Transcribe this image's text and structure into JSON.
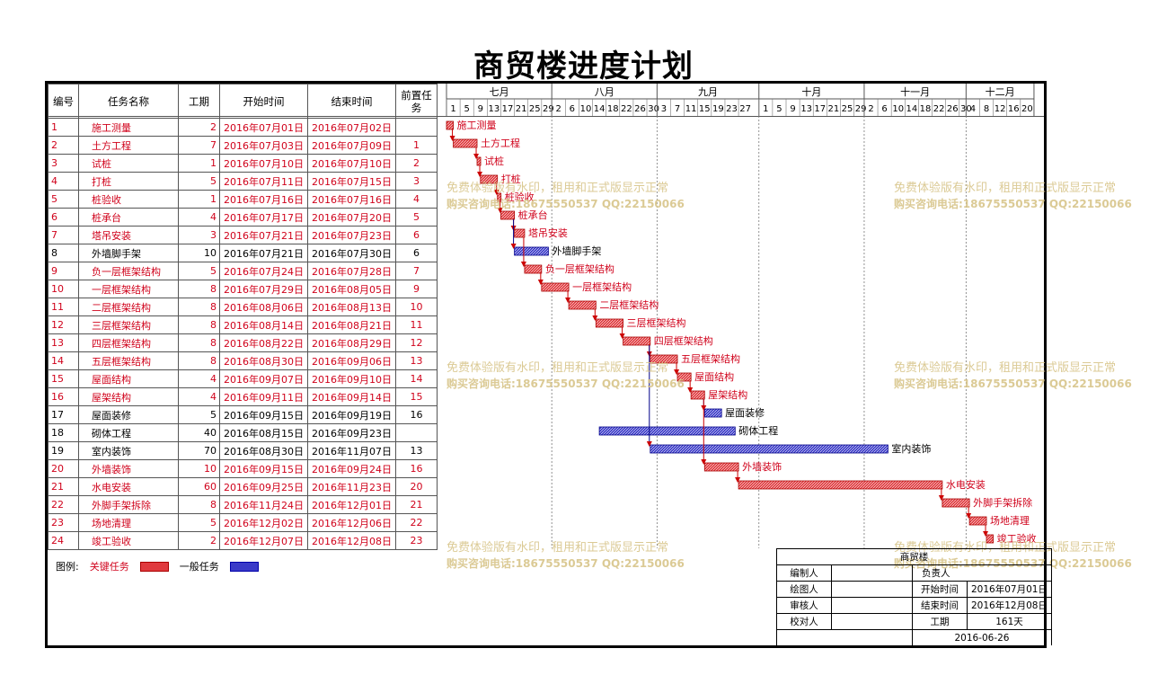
{
  "title": "商贸楼进度计划",
  "headers": {
    "id": "编号",
    "name": "任务名称",
    "duration": "工期",
    "start": "开始时间",
    "end": "结束时间",
    "pred": "前置任务"
  },
  "colors": {
    "critical": "#e03a3e",
    "normal": "#3a3ac8",
    "critical_text": "#d0021b",
    "watermark": "#d8c58a"
  },
  "timeline": {
    "year": 2016,
    "start_date": "2016-07-01",
    "end_date": "2016-12-20",
    "months": [
      {
        "label": "七月",
        "days": [
          "1",
          "5",
          "9",
          "13",
          "17",
          "21",
          "25",
          "29"
        ]
      },
      {
        "label": "八月",
        "days": [
          "2",
          "6",
          "10",
          "14",
          "18",
          "22",
          "26",
          "30"
        ]
      },
      {
        "label": "九月",
        "days": [
          "3",
          "7",
          "11",
          "15",
          "19",
          "23",
          "27"
        ]
      },
      {
        "label": "十月",
        "days": [
          "1",
          "5",
          "9",
          "13",
          "17",
          "21",
          "25",
          "29"
        ]
      },
      {
        "label": "十一月",
        "days": [
          "2",
          "6",
          "10",
          "14",
          "18",
          "22",
          "26",
          "30"
        ]
      },
      {
        "label": "十二月",
        "days": [
          "4",
          "8",
          "12",
          "16",
          "20"
        ]
      }
    ]
  },
  "chart_data": {
    "type": "gantt",
    "title": "商贸楼进度计划",
    "tasks": [
      {
        "id": "1",
        "name": "施工测量",
        "duration": "2",
        "start": "2016年07月01日",
        "end": "2016年07月02日",
        "pred": "",
        "critical": true
      },
      {
        "id": "2",
        "name": "土方工程",
        "duration": "7",
        "start": "2016年07月03日",
        "end": "2016年07月09日",
        "pred": "1",
        "critical": true
      },
      {
        "id": "3",
        "name": "试桩",
        "duration": "1",
        "start": "2016年07月10日",
        "end": "2016年07月10日",
        "pred": "2",
        "critical": true
      },
      {
        "id": "4",
        "name": "打桩",
        "duration": "5",
        "start": "2016年07月11日",
        "end": "2016年07月15日",
        "pred": "3",
        "critical": true
      },
      {
        "id": "5",
        "name": "桩验收",
        "duration": "1",
        "start": "2016年07月16日",
        "end": "2016年07月16日",
        "pred": "4",
        "critical": true
      },
      {
        "id": "6",
        "name": "桩承台",
        "duration": "4",
        "start": "2016年07月17日",
        "end": "2016年07月20日",
        "pred": "5",
        "critical": true
      },
      {
        "id": "7",
        "name": "塔吊安装",
        "duration": "3",
        "start": "2016年07月21日",
        "end": "2016年07月23日",
        "pred": "6",
        "critical": true
      },
      {
        "id": "8",
        "name": "外墙脚手架",
        "duration": "10",
        "start": "2016年07月21日",
        "end": "2016年07月30日",
        "pred": "6",
        "critical": false
      },
      {
        "id": "9",
        "name": "负一层框架结构",
        "duration": "5",
        "start": "2016年07月24日",
        "end": "2016年07月28日",
        "pred": "7",
        "critical": true
      },
      {
        "id": "10",
        "name": "一层框架结构",
        "duration": "8",
        "start": "2016年07月29日",
        "end": "2016年08月05日",
        "pred": "9",
        "critical": true
      },
      {
        "id": "11",
        "name": "二层框架结构",
        "duration": "8",
        "start": "2016年08月06日",
        "end": "2016年08月13日",
        "pred": "10",
        "critical": true
      },
      {
        "id": "12",
        "name": "三层框架结构",
        "duration": "8",
        "start": "2016年08月14日",
        "end": "2016年08月21日",
        "pred": "11",
        "critical": true
      },
      {
        "id": "13",
        "name": "四层框架结构",
        "duration": "8",
        "start": "2016年08月22日",
        "end": "2016年08月29日",
        "pred": "12",
        "critical": true
      },
      {
        "id": "14",
        "name": "五层框架结构",
        "duration": "8",
        "start": "2016年08月30日",
        "end": "2016年09月06日",
        "pred": "13",
        "critical": true
      },
      {
        "id": "15",
        "name": "屋面结构",
        "duration": "4",
        "start": "2016年09月07日",
        "end": "2016年09月10日",
        "pred": "14",
        "critical": true
      },
      {
        "id": "16",
        "name": "屋架结构",
        "duration": "4",
        "start": "2016年09月11日",
        "end": "2016年09月14日",
        "pred": "15",
        "critical": true
      },
      {
        "id": "17",
        "name": "屋面装修",
        "duration": "5",
        "start": "2016年09月15日",
        "end": "2016年09月19日",
        "pred": "16",
        "critical": false
      },
      {
        "id": "18",
        "name": "砌体工程",
        "duration": "40",
        "start": "2016年08月15日",
        "end": "2016年09月23日",
        "pred": "",
        "critical": false
      },
      {
        "id": "19",
        "name": "室内装饰",
        "duration": "70",
        "start": "2016年08月30日",
        "end": "2016年11月07日",
        "pred": "13",
        "critical": false
      },
      {
        "id": "20",
        "name": "外墙装饰",
        "duration": "10",
        "start": "2016年09月15日",
        "end": "2016年09月24日",
        "pred": "16",
        "critical": true
      },
      {
        "id": "21",
        "name": "水电安装",
        "duration": "60",
        "start": "2016年09月25日",
        "end": "2016年11月23日",
        "pred": "20",
        "critical": true
      },
      {
        "id": "22",
        "name": "外脚手架拆除",
        "duration": "8",
        "start": "2016年11月24日",
        "end": "2016年12月01日",
        "pred": "21",
        "critical": true
      },
      {
        "id": "23",
        "name": "场地清理",
        "duration": "5",
        "start": "2016年12月02日",
        "end": "2016年12月06日",
        "pred": "22",
        "critical": true
      },
      {
        "id": "24",
        "name": "竣工验收",
        "duration": "2",
        "start": "2016年12月07日",
        "end": "2016年12月08日",
        "pred": "23",
        "critical": true
      }
    ]
  },
  "legend": {
    "label": "图例:",
    "critical": "关键任务",
    "normal": "一般任务"
  },
  "signoff": {
    "project": "商贸楼",
    "editor": "编制人",
    "drawer": "绘图人",
    "reviewer": "审核人",
    "proofreader": "校对人",
    "owner": "负责人",
    "start_label": "开始时间",
    "start_value": "2016年07月01日",
    "end_label": "结束时间",
    "end_value": "2016年12月08日",
    "duration_label": "工期",
    "duration_value": "161天",
    "date": "2016-06-26"
  },
  "watermark": {
    "line1": "免费体验版有水印，租用和正式版显示正常",
    "line2": "购买咨询电话:18675550537 QQ:22150066"
  }
}
